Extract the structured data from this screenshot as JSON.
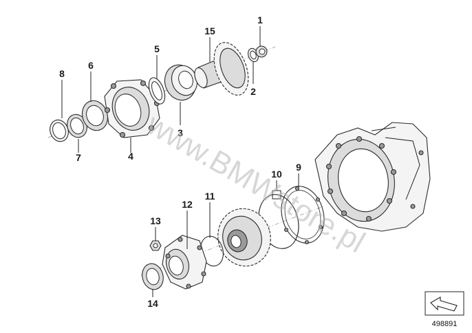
{
  "labels": {
    "p1": "1",
    "p2": "2",
    "p3": "3",
    "p4": "4",
    "p5": "5",
    "p6": "6",
    "p7": "7",
    "p8": "8",
    "p9": "9",
    "p10": "10",
    "p11": "11",
    "p12": "12",
    "p13": "13",
    "p14": "14",
    "p15": "15"
  },
  "watermark": "www.BMWstore.pl",
  "reference_number": "498891",
  "icons": {
    "orientation": "arrow-orientation-icon"
  }
}
